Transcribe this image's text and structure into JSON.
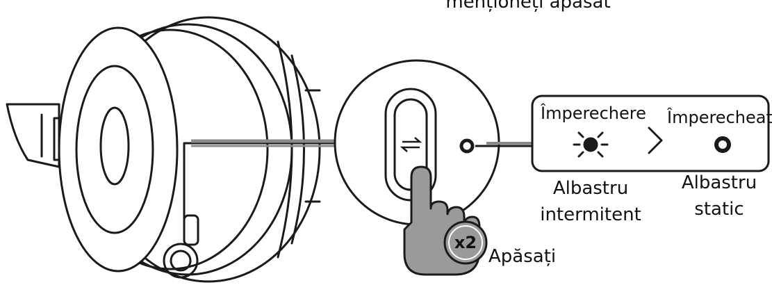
{
  "top_caption": "menționeți apăsat",
  "status_panel": {
    "pairing_label": "Împerechere",
    "paired_label": "Împerecheat",
    "pairing_color_line1": "Albastru",
    "pairing_color_line2": "intermitent",
    "paired_color_line1": "Albastru",
    "paired_color_line2": "static"
  },
  "press_badge": "x2",
  "press_label": "Apăsați",
  "colors": {
    "stroke": "#1a1a1a",
    "finger_fill": "#9a9a9a",
    "panel_bg": "#ffffff"
  },
  "icons": [
    "headset-illustration",
    "pairing-button-icon",
    "finger-press-icon",
    "led-indicator-icon",
    "blinking-light-icon",
    "chevron-right-icon",
    "static-light-icon"
  ]
}
